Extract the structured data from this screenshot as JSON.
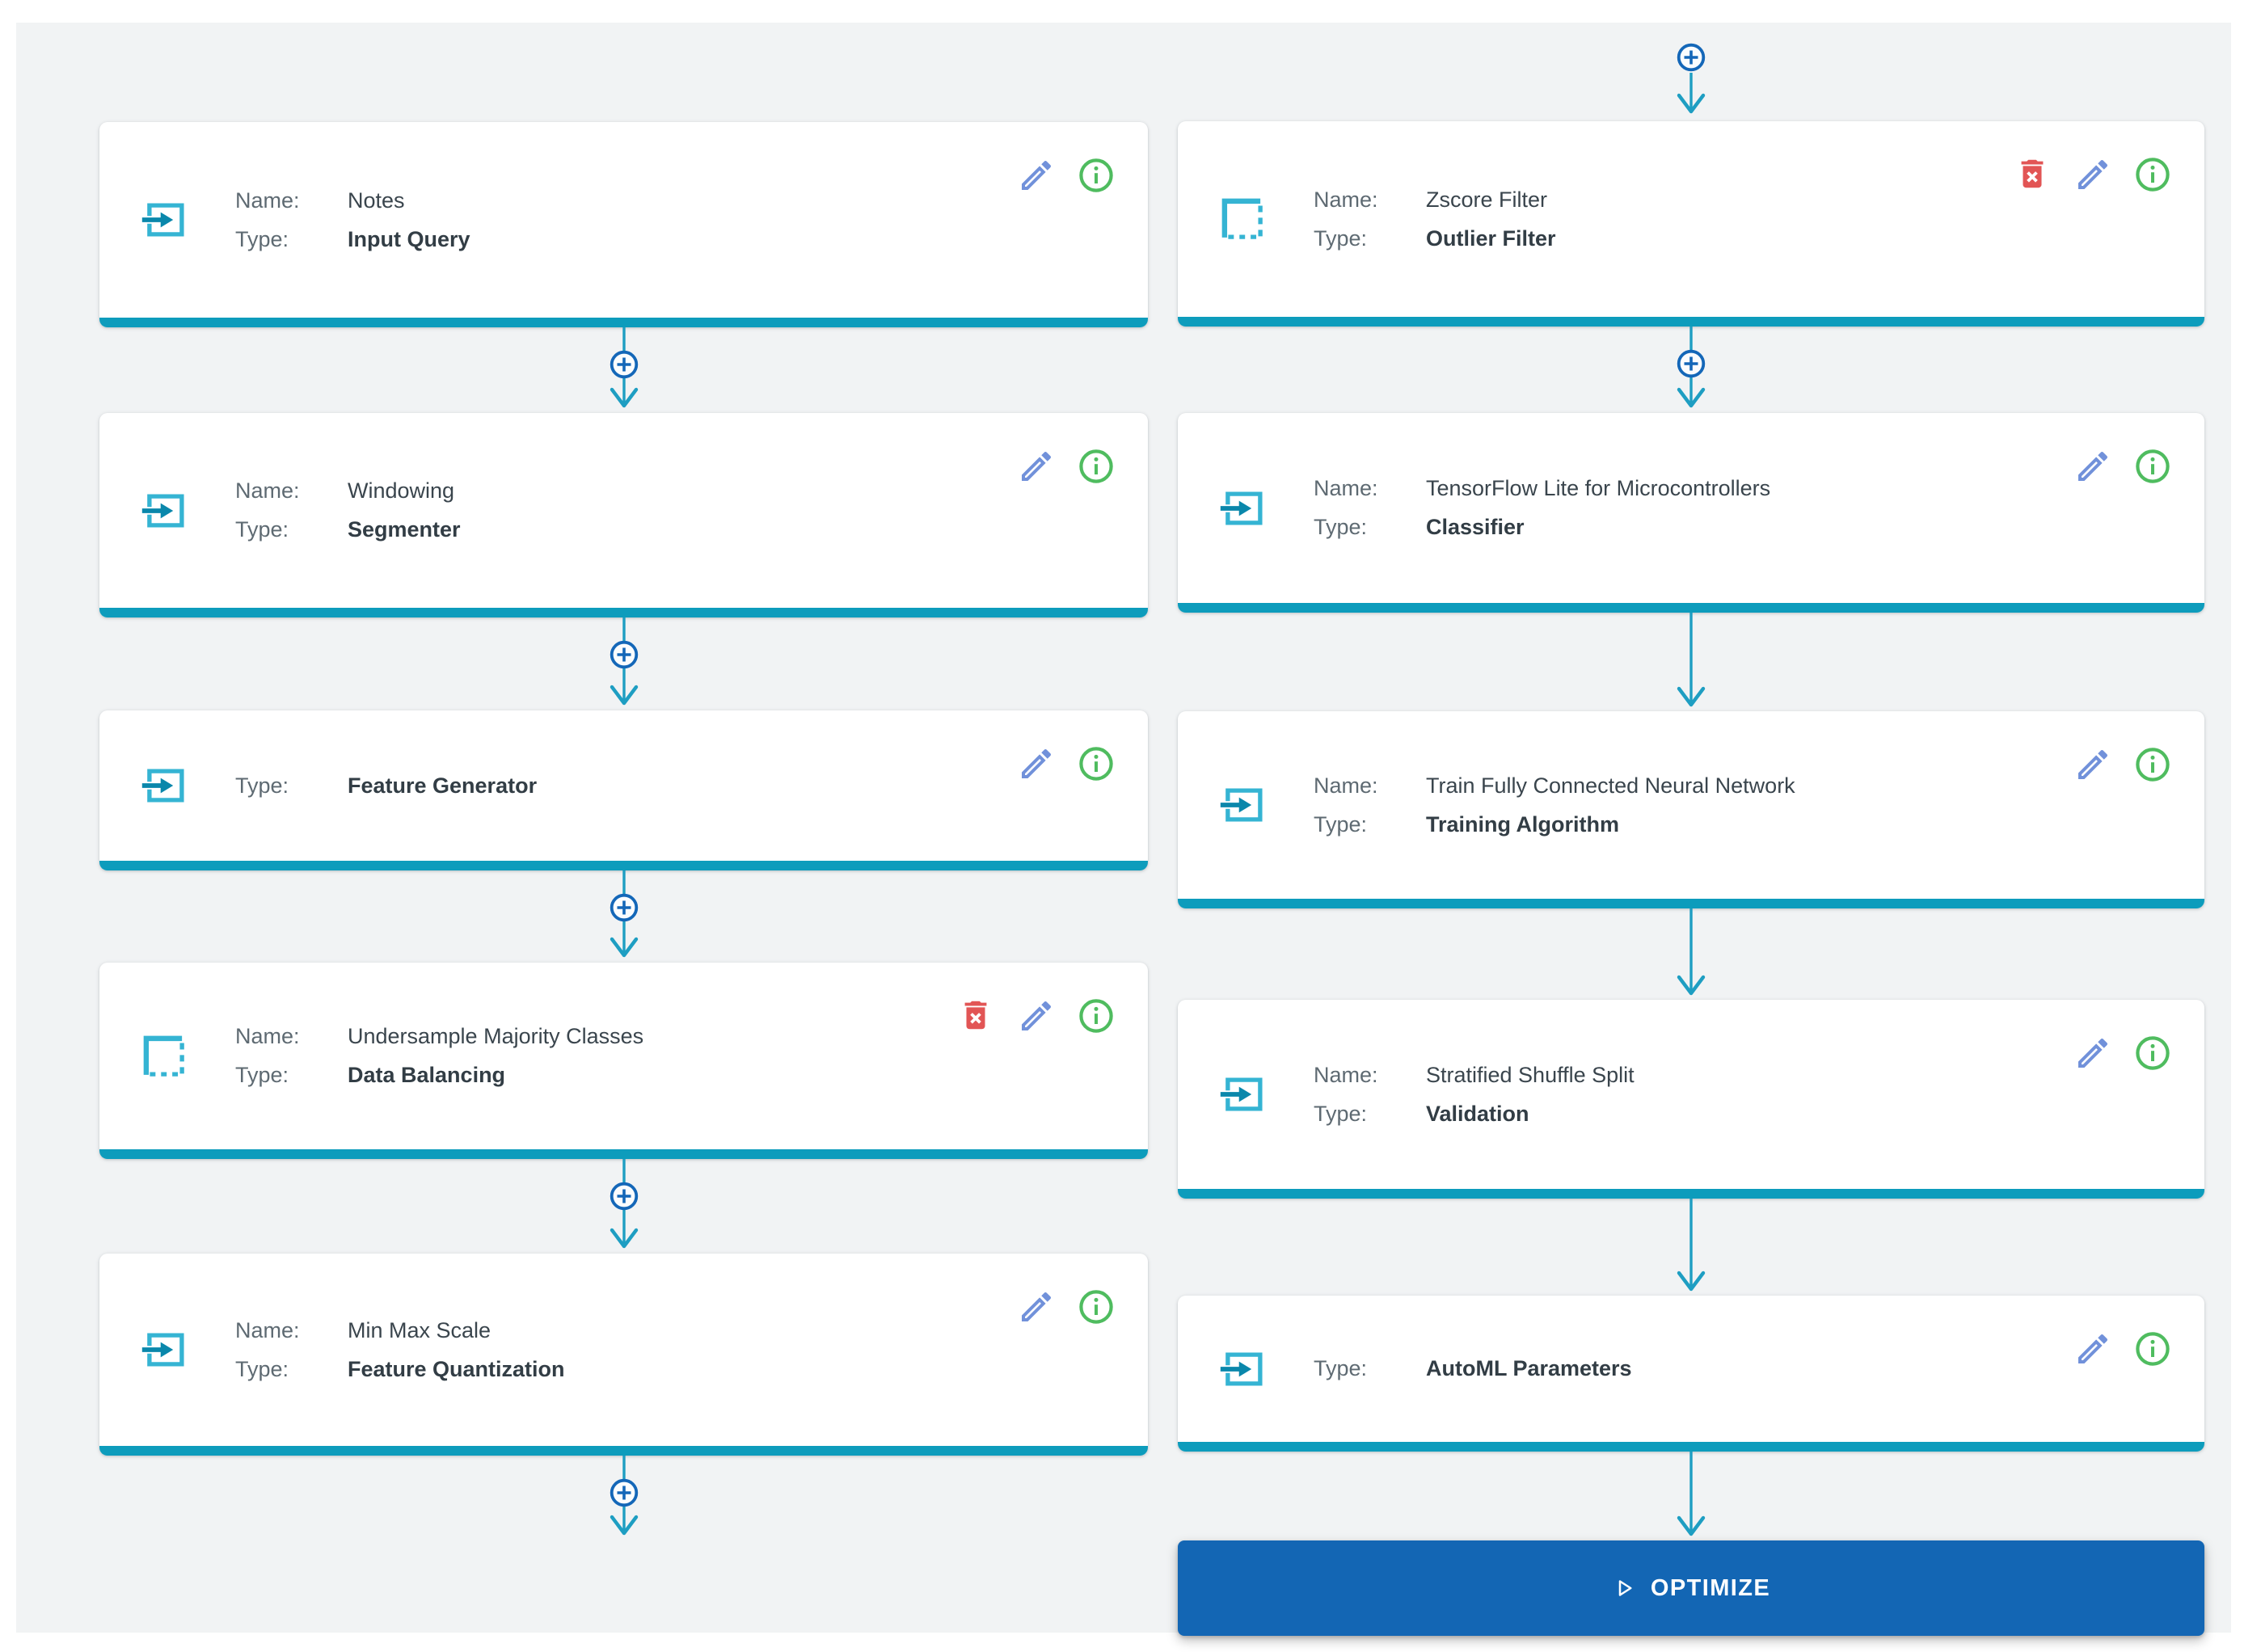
{
  "labels": {
    "name": "Name:",
    "type": "Type:"
  },
  "columns": [
    {
      "incoming_plus": false,
      "steps": [
        {
          "name": "Notes",
          "type": "Input Query",
          "icon": "input",
          "deletable": false
        },
        {
          "name": "Windowing",
          "type": "Segmenter",
          "icon": "input",
          "deletable": false
        },
        {
          "name": null,
          "type": "Feature Generator",
          "icon": "input",
          "deletable": false
        },
        {
          "name": "Undersample Majority Classes",
          "type": "Data Balancing",
          "icon": "selection",
          "deletable": true
        },
        {
          "name": "Min Max Scale",
          "type": "Feature Quantization",
          "icon": "input",
          "deletable": false
        }
      ],
      "connectors_below": [
        {
          "plus": true
        },
        {
          "plus": true
        },
        {
          "plus": true
        },
        {
          "plus": true
        },
        {
          "plus": true
        }
      ]
    },
    {
      "incoming_plus": true,
      "steps": [
        {
          "name": "Zscore Filter",
          "type": "Outlier Filter",
          "icon": "selection",
          "deletable": true
        },
        {
          "name": "TensorFlow Lite for Microcontrollers",
          "type": "Classifier",
          "icon": "input",
          "deletable": false
        },
        {
          "name": "Train Fully Connected Neural Network",
          "type": "Training Algorithm",
          "icon": "input",
          "deletable": false
        },
        {
          "name": "Stratified Shuffle Split",
          "type": "Validation",
          "icon": "input",
          "deletable": false
        },
        {
          "name": null,
          "type": "AutoML Parameters",
          "icon": "input",
          "deletable": false
        }
      ],
      "connectors_below": [
        {
          "plus": true
        },
        {
          "plus": false
        },
        {
          "plus": false
        },
        {
          "plus": false
        },
        {
          "plus": false
        }
      ]
    }
  ],
  "optimize_button": {
    "label": "OPTIMIZE",
    "icon": "play-outline-icon"
  },
  "colors": {
    "teal_bar": "#0d9cbc",
    "teal_flow": "#1e9ec2",
    "icon_cyan_light": "#35b4d3",
    "icon_cyan_dark": "#0a87ab",
    "add_blue": "#1467b8",
    "edit_blue": "#7191da",
    "info_green": "#4fbc5f",
    "delete_red": "#e25555",
    "label_gray": "#5e6a72",
    "value_dark": "#3a454d",
    "canvas_bg": "#f1f3f4",
    "card_bg": "#ffffff",
    "button_blue": "#1366b4"
  }
}
